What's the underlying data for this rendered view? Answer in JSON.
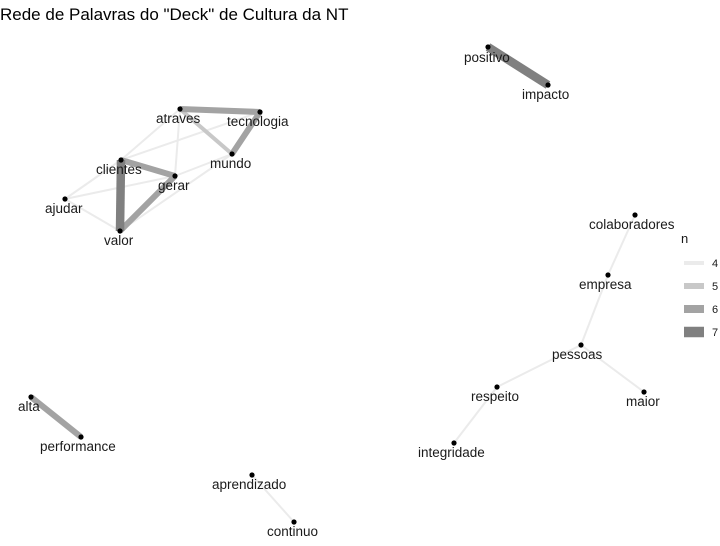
{
  "title": "Rede de Palavras do \"Deck\" de Cultura da NT",
  "legend": {
    "title": "n",
    "items": [
      {
        "label": "4",
        "value": 4
      },
      {
        "label": "5",
        "value": 5
      },
      {
        "label": "6",
        "value": 6
      },
      {
        "label": "7",
        "value": 7
      }
    ]
  },
  "edge_colors": {
    "4": "#ebebeb",
    "5": "#c8c8c8",
    "6": "#a3a3a3",
    "7": "#808080"
  },
  "node_color": "#000000",
  "nodes": [
    {
      "id": "positivo",
      "label": "positivo"
    },
    {
      "id": "impacto",
      "label": "impacto"
    },
    {
      "id": "atraves",
      "label": "atraves"
    },
    {
      "id": "tecnologia",
      "label": "tecnologia"
    },
    {
      "id": "mundo",
      "label": "mundo"
    },
    {
      "id": "clientes",
      "label": "clientes"
    },
    {
      "id": "gerar",
      "label": "gerar"
    },
    {
      "id": "ajudar",
      "label": "ajudar"
    },
    {
      "id": "valor",
      "label": "valor"
    },
    {
      "id": "colaboradores",
      "label": "colaboradores"
    },
    {
      "id": "empresa",
      "label": "empresa"
    },
    {
      "id": "pessoas",
      "label": "pessoas"
    },
    {
      "id": "respeito",
      "label": "respeito"
    },
    {
      "id": "maior",
      "label": "maior"
    },
    {
      "id": "integridade",
      "label": "integridade"
    },
    {
      "id": "alta",
      "label": "alta"
    },
    {
      "id": "performance",
      "label": "performance"
    },
    {
      "id": "aprendizado",
      "label": "aprendizado"
    },
    {
      "id": "continuo",
      "label": "continuo"
    }
  ],
  "edges": [
    {
      "from": "positivo",
      "to": "impacto",
      "n": 7
    },
    {
      "from": "clientes",
      "to": "valor",
      "n": 7
    },
    {
      "from": "atraves",
      "to": "tecnologia",
      "n": 6
    },
    {
      "from": "tecnologia",
      "to": "mundo",
      "n": 6
    },
    {
      "from": "clientes",
      "to": "gerar",
      "n": 6
    },
    {
      "from": "gerar",
      "to": "valor",
      "n": 6
    },
    {
      "from": "alta",
      "to": "performance",
      "n": 6
    },
    {
      "from": "atraves",
      "to": "mundo",
      "n": 5
    },
    {
      "from": "atraves",
      "to": "clientes",
      "n": 4
    },
    {
      "from": "atraves",
      "to": "gerar",
      "n": 4
    },
    {
      "from": "gerar",
      "to": "mundo",
      "n": 4
    },
    {
      "from": "clientes",
      "to": "ajudar",
      "n": 4
    },
    {
      "from": "ajudar",
      "to": "gerar",
      "n": 4
    },
    {
      "from": "ajudar",
      "to": "valor",
      "n": 4
    },
    {
      "from": "clientes",
      "to": "tecnologia",
      "n": 4
    },
    {
      "from": "valor",
      "to": "mundo",
      "n": 4
    },
    {
      "from": "colaboradores",
      "to": "empresa",
      "n": 4
    },
    {
      "from": "empresa",
      "to": "pessoas",
      "n": 4
    },
    {
      "from": "pessoas",
      "to": "respeito",
      "n": 4
    },
    {
      "from": "pessoas",
      "to": "maior",
      "n": 4
    },
    {
      "from": "respeito",
      "to": "integridade",
      "n": 4
    },
    {
      "from": "aprendizado",
      "to": "continuo",
      "n": 4
    }
  ]
}
